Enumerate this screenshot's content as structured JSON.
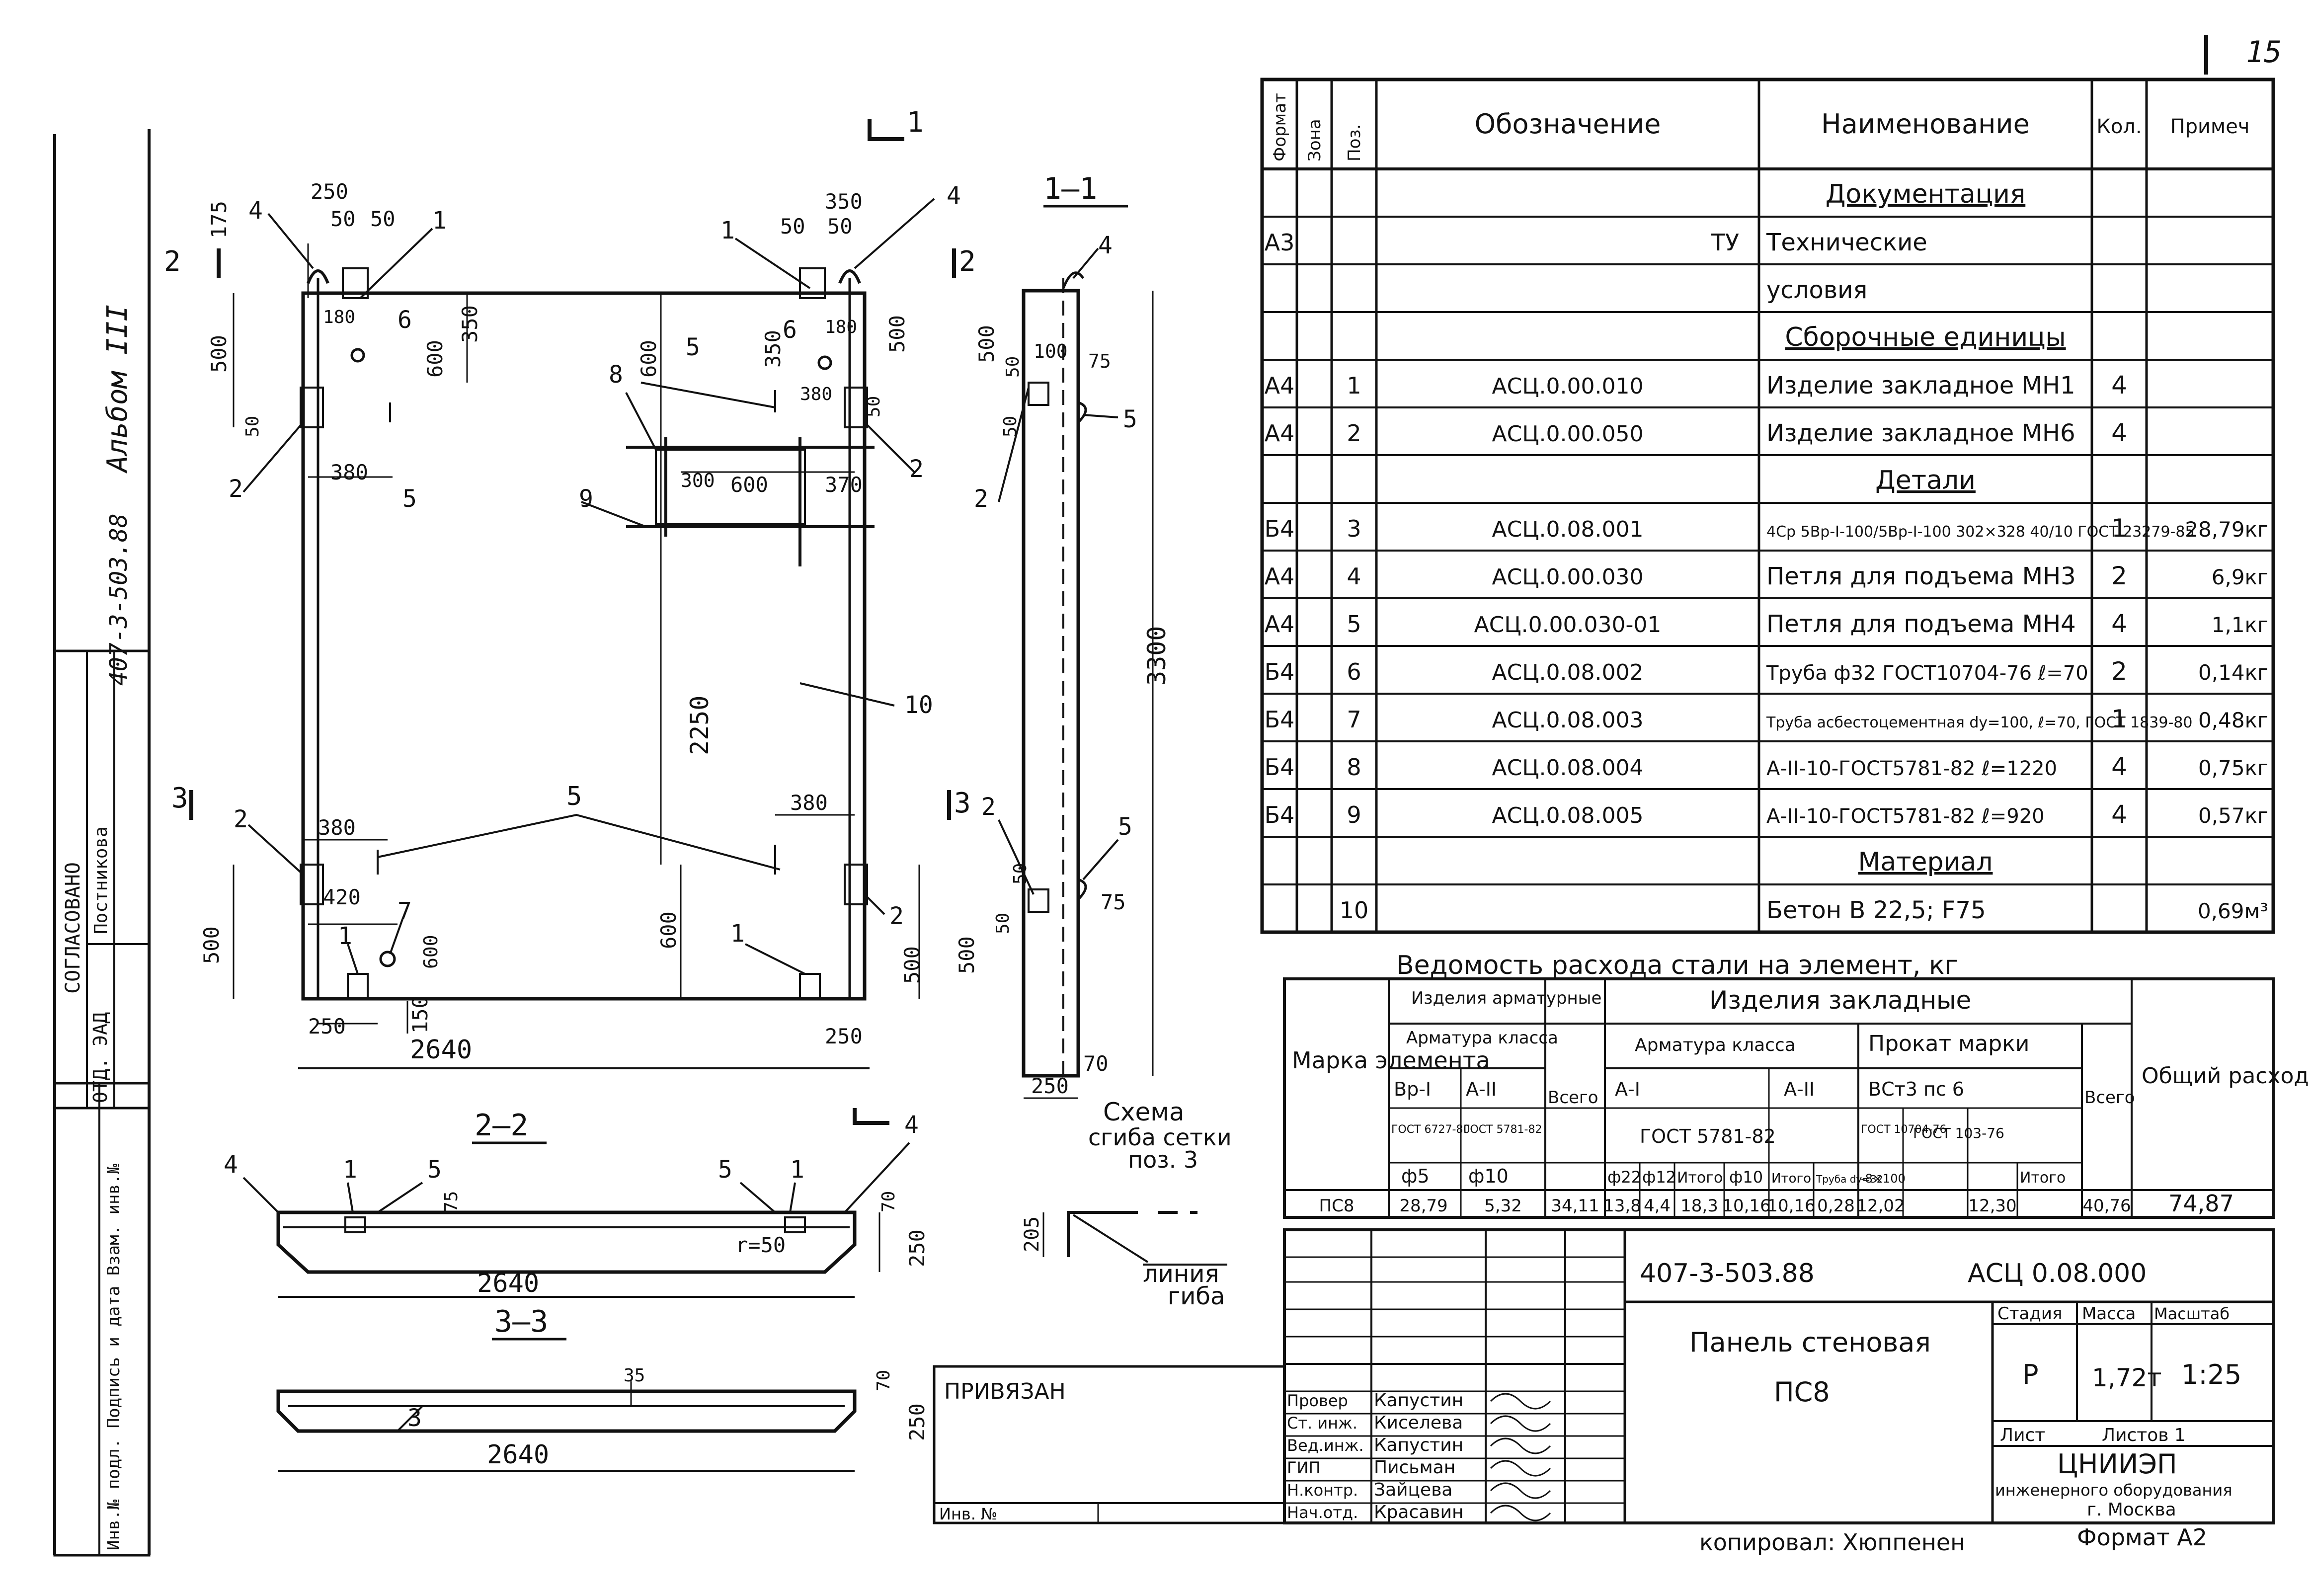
{
  "sheet": {
    "number": "15",
    "album_label": "Альбом III",
    "album_code": "407-3-503.88",
    "copied_by": "копировал: Хюппенен",
    "format": "Формат А2",
    "approval_label": "СОГЛАСОВАНО",
    "approval_dept": "ОТД. ЭАД",
    "approval_person": "Постникова",
    "inv_stamp": "Инв.№ подл. Подпись и дата Взам. инв.№",
    "privyazan": "ПРИВЯЗАН",
    "inv_no": "Инв. №"
  },
  "spec_table": {
    "headers": [
      "Формат",
      "Зона",
      "Поз.",
      "Обозначение",
      "Наименование",
      "Кол.",
      "Примеч"
    ],
    "rows": [
      {
        "format": "",
        "pos": "",
        "designation": "",
        "name": "Документация",
        "qty": "",
        "note": "",
        "section": true
      },
      {
        "format": "А3",
        "pos": "",
        "designation": "ТУ",
        "name": "Технические",
        "qty": "",
        "note": ""
      },
      {
        "format": "",
        "pos": "",
        "designation": "",
        "name": "условия",
        "qty": "",
        "note": ""
      },
      {
        "format": "",
        "pos": "",
        "designation": "",
        "name": "Сборочные единицы",
        "qty": "",
        "note": "",
        "section": true
      },
      {
        "format": "А4",
        "pos": "1",
        "designation": "АСЦ.0.00.010",
        "name": "Изделие закладное МН1",
        "qty": "4",
        "note": ""
      },
      {
        "format": "А4",
        "pos": "2",
        "designation": "АСЦ.0.00.050",
        "name": "Изделие закладное МН6",
        "qty": "4",
        "note": ""
      },
      {
        "format": "",
        "pos": "",
        "designation": "",
        "name": "Детали",
        "qty": "",
        "note": "",
        "section": true
      },
      {
        "format": "Б4",
        "pos": "3",
        "designation": "АСЦ.0.08.001",
        "name": "4Ср 5Вр-I-100/5Вр-I-100 302×328 40/10 ГОСТ 23279-85",
        "qty": "1",
        "note": "28,79кг"
      },
      {
        "format": "А4",
        "pos": "4",
        "designation": "АСЦ.0.00.030",
        "name": "Петля для подъема МН3",
        "qty": "2",
        "note": "6,9кг"
      },
      {
        "format": "А4",
        "pos": "5",
        "designation": "АСЦ.0.00.030-01",
        "name": "Петля для подъема МН4",
        "qty": "4",
        "note": "1,1кг"
      },
      {
        "format": "Б4",
        "pos": "6",
        "designation": "АСЦ.0.08.002",
        "name": "Труба ф32 ГОСТ10704-76 ℓ=70",
        "qty": "2",
        "note": "0,14кг"
      },
      {
        "format": "Б4",
        "pos": "7",
        "designation": "АСЦ.0.08.003",
        "name": "Труба асбестоцементная dу=100, ℓ=70, ГОСТ 1839-80",
        "qty": "1",
        "note": "0,48кг"
      },
      {
        "format": "Б4",
        "pos": "8",
        "designation": "АСЦ.0.08.004",
        "name": "А-II-10-ГОСТ5781-82 ℓ=1220",
        "qty": "4",
        "note": "0,75кг"
      },
      {
        "format": "Б4",
        "pos": "9",
        "designation": "АСЦ.0.08.005",
        "name": "А-II-10-ГОСТ5781-82 ℓ=920",
        "qty": "4",
        "note": "0,57кг"
      },
      {
        "format": "",
        "pos": "",
        "designation": "",
        "name": "Материал",
        "qty": "",
        "note": "",
        "section": true
      },
      {
        "format": "",
        "pos": "10",
        "designation": "",
        "name": "Бетон В 22,5; F75",
        "qty": "",
        "note": "0,69м³"
      }
    ]
  },
  "steel_table": {
    "title": "Ведомость расхода стали на элемент, кг",
    "mark_label": "Марка элемента",
    "rebar_items": "Изделия арматурные",
    "rebar_class": "Арматура класса",
    "embedded_items": "Изделия закладные",
    "emb_class": "Арматура класса",
    "profile": "Прокат марки",
    "total": "Всего",
    "overall": "Общий расход",
    "vr1": "Вр-I",
    "a2": "А-II",
    "a1": "А-I",
    "a2b": "А-II",
    "vst": "ВСт3 пс 6",
    "gost_6727": "ГОСТ 6727-80",
    "gost_5781": "ГОСТ 5781-82",
    "gost_5781b": "ГОСТ 5781-82",
    "gost_10704": "ГОСТ 10704-76",
    "gost_103": "ГОСТ 103-76",
    "d5": "ф5",
    "d10": "ф10",
    "d22": "ф22",
    "d12": "ф12",
    "itogo": "Итого",
    "d10b": "ф10",
    "itogo2": "Итого",
    "tube": "Труба dу=32",
    "strip": "-8×100",
    "itogo3": "Итого",
    "values": [
      "ПС8",
      "28,79",
      "5,32",
      "34,11",
      "13,8",
      "4,4",
      "18,3",
      "10,16",
      "10,16",
      "0,28",
      "12,02",
      "",
      "12,30",
      "40,76",
      "74,87"
    ]
  },
  "title_block": {
    "code": "407-3-503.88",
    "doc": "АСЦ 0.08.000",
    "title1": "Панель стеновая",
    "title2": "ПС8",
    "stage_label": "Стадия",
    "mass_label": "Масса",
    "scale_label": "Масштаб",
    "stage": "Р",
    "mass": "1,72т",
    "scale": "1:25",
    "sheet_label": "Лист",
    "sheets_label": "Листов 1",
    "org1": "ЦНИИЭП",
    "org2": "инженерного оборудования",
    "org3": "г. Москва",
    "roles": [
      {
        "role": "Провер",
        "name": "Капустин"
      },
      {
        "role": "Ст. инж.",
        "name": "Киселева"
      },
      {
        "role": "Вед.инж.",
        "name": "Капустин"
      },
      {
        "role": "ГИП",
        "name": "Письман"
      },
      {
        "role": "Н.контр.",
        "name": "Зайцева"
      },
      {
        "role": "Нач.отд.",
        "name": "Красавин"
      }
    ]
  },
  "drawing": {
    "section_1_1": "1—1",
    "section_2_2": "2—2",
    "section_3_3": "3—3",
    "scheme_title1": "Схема",
    "scheme_title2": "сгиба сетки",
    "scheme_title3": "поз. 3",
    "bend_line1": "линия",
    "bend_line2": "гиба",
    "r50": "r=50",
    "dims": {
      "d2640a": "2640",
      "d2640b": "2640",
      "d2640c": "2640",
      "d2250": "2250",
      "d3300": "3300",
      "d250t": "250",
      "d350t": "350",
      "d50a": "50",
      "d50b": "50",
      "d50c": "50",
      "d50d": "50",
      "d175": "175",
      "d500l": "500",
      "d600t": "600",
      "d350r": "350",
      "d180a": "180",
      "d180b": "180",
      "d380a": "380",
      "d380b": "380",
      "d380c": "380",
      "d380d": "380",
      "d600m": "600",
      "d370": "370",
      "d300": "300",
      "d600c": "600",
      "d500r": "500",
      "d600l2": "600",
      "d420": "420",
      "d500bl": "500",
      "d500br": "500",
      "d600b": "600",
      "d150": "150",
      "d250b": "250",
      "d250br": "250",
      "d500s": "500",
      "d100": "100",
      "d75s": "75",
      "d50s": "50",
      "d75b": "75",
      "d50sb": "50",
      "d500sb": "500",
      "d70s": "70",
      "d250s": "250",
      "d75x": "75",
      "d70x": "70",
      "d250x": "250",
      "d35": "35",
      "d70y": "70",
      "d250y": "250",
      "d205": "205",
      "d50e": "50",
      "d50f": "50"
    },
    "pos_labels": [
      "1",
      "2",
      "3",
      "4",
      "5",
      "6",
      "7",
      "8",
      "9",
      "10"
    ]
  }
}
